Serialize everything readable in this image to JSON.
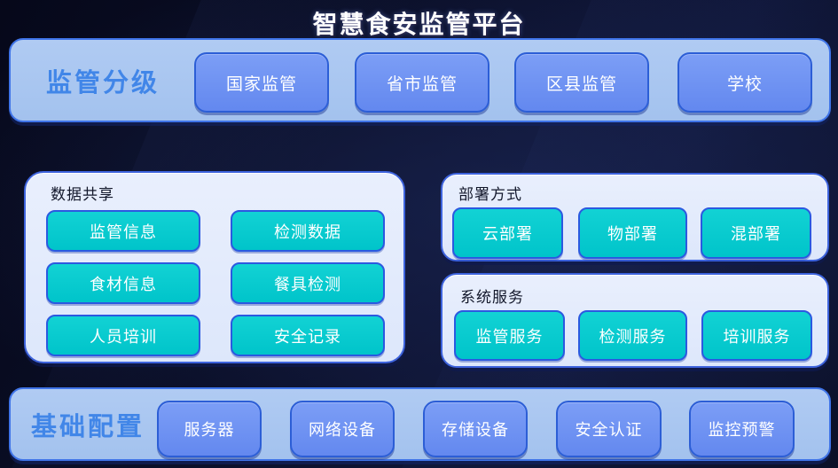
{
  "title": "智慧食安监管平台",
  "colors": {
    "background_navy": "#0a0e26",
    "bar_fill_light_blue": "#a8c5f0",
    "bar_border_blue": "#3f74e8",
    "section_label_blue": "#4186e8",
    "blue_button_fill": "#6e94f3",
    "blue_button_border": "#2c5ed6",
    "card_fill_pale": "#e4eafc",
    "card_border_blue": "#3d63dd",
    "teal_button_fill": "#00cfd0",
    "teal_button_border": "#2b59e0",
    "title_white": "#ffffff"
  },
  "sections": {
    "supervision": {
      "label": "监管分级",
      "items": [
        "国家监管",
        "省市监管",
        "区县监管",
        "学校"
      ]
    },
    "data_sharing": {
      "label": "数据共享",
      "items": [
        "监管信息",
        "检测数据",
        "食材信息",
        "餐具检测",
        "人员培训",
        "安全记录"
      ]
    },
    "deployment": {
      "label": "部署方式",
      "items": [
        "云部署",
        "物部署",
        "混部署"
      ]
    },
    "system_services": {
      "label": "系统服务",
      "items": [
        "监管服务",
        "检测服务",
        "培训服务"
      ]
    },
    "base_config": {
      "label": "基础配置",
      "items": [
        "服务器",
        "网络设备",
        "存储设备",
        "安全认证",
        "监控预警"
      ]
    }
  }
}
